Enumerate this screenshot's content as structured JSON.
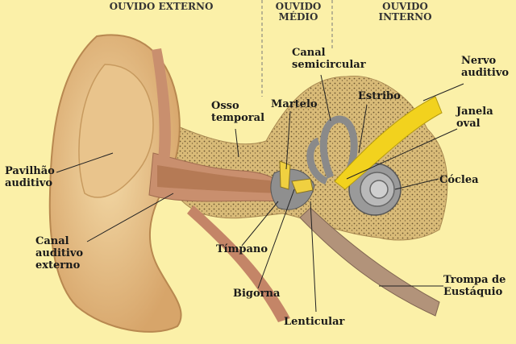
{
  "sections": {
    "outer": "OUVIDO EXTERNO",
    "middle": "OUVIDO\nMÉDIO",
    "inner": "OUVIDO\nINTERNO"
  },
  "labels": {
    "pavilhao": "Pavilhão\nauditivo",
    "canal_externo": "Canal\nauditivo\nexterno",
    "osso_temporal": "Osso\ntemporal",
    "martelo": "Martelo",
    "canal_semicircular": "Canal\nsemicircular",
    "estribo": "Estribo",
    "nervo": "Nervo\nauditivo",
    "janela": "Janela\noval",
    "coclea": "Cóclea",
    "timpano": "Tímpano",
    "bigorna": "Bigorna",
    "lenticular": "Lenticular",
    "trompa": "Trompa de\nEustáquio"
  },
  "colors": {
    "background": "#fbf0a8",
    "skin": "#e8c287",
    "bone": "#d6b67a",
    "cochlea": "#9a9a9a",
    "nerve": "#f2d21e",
    "tissue": "#c98f6e"
  }
}
